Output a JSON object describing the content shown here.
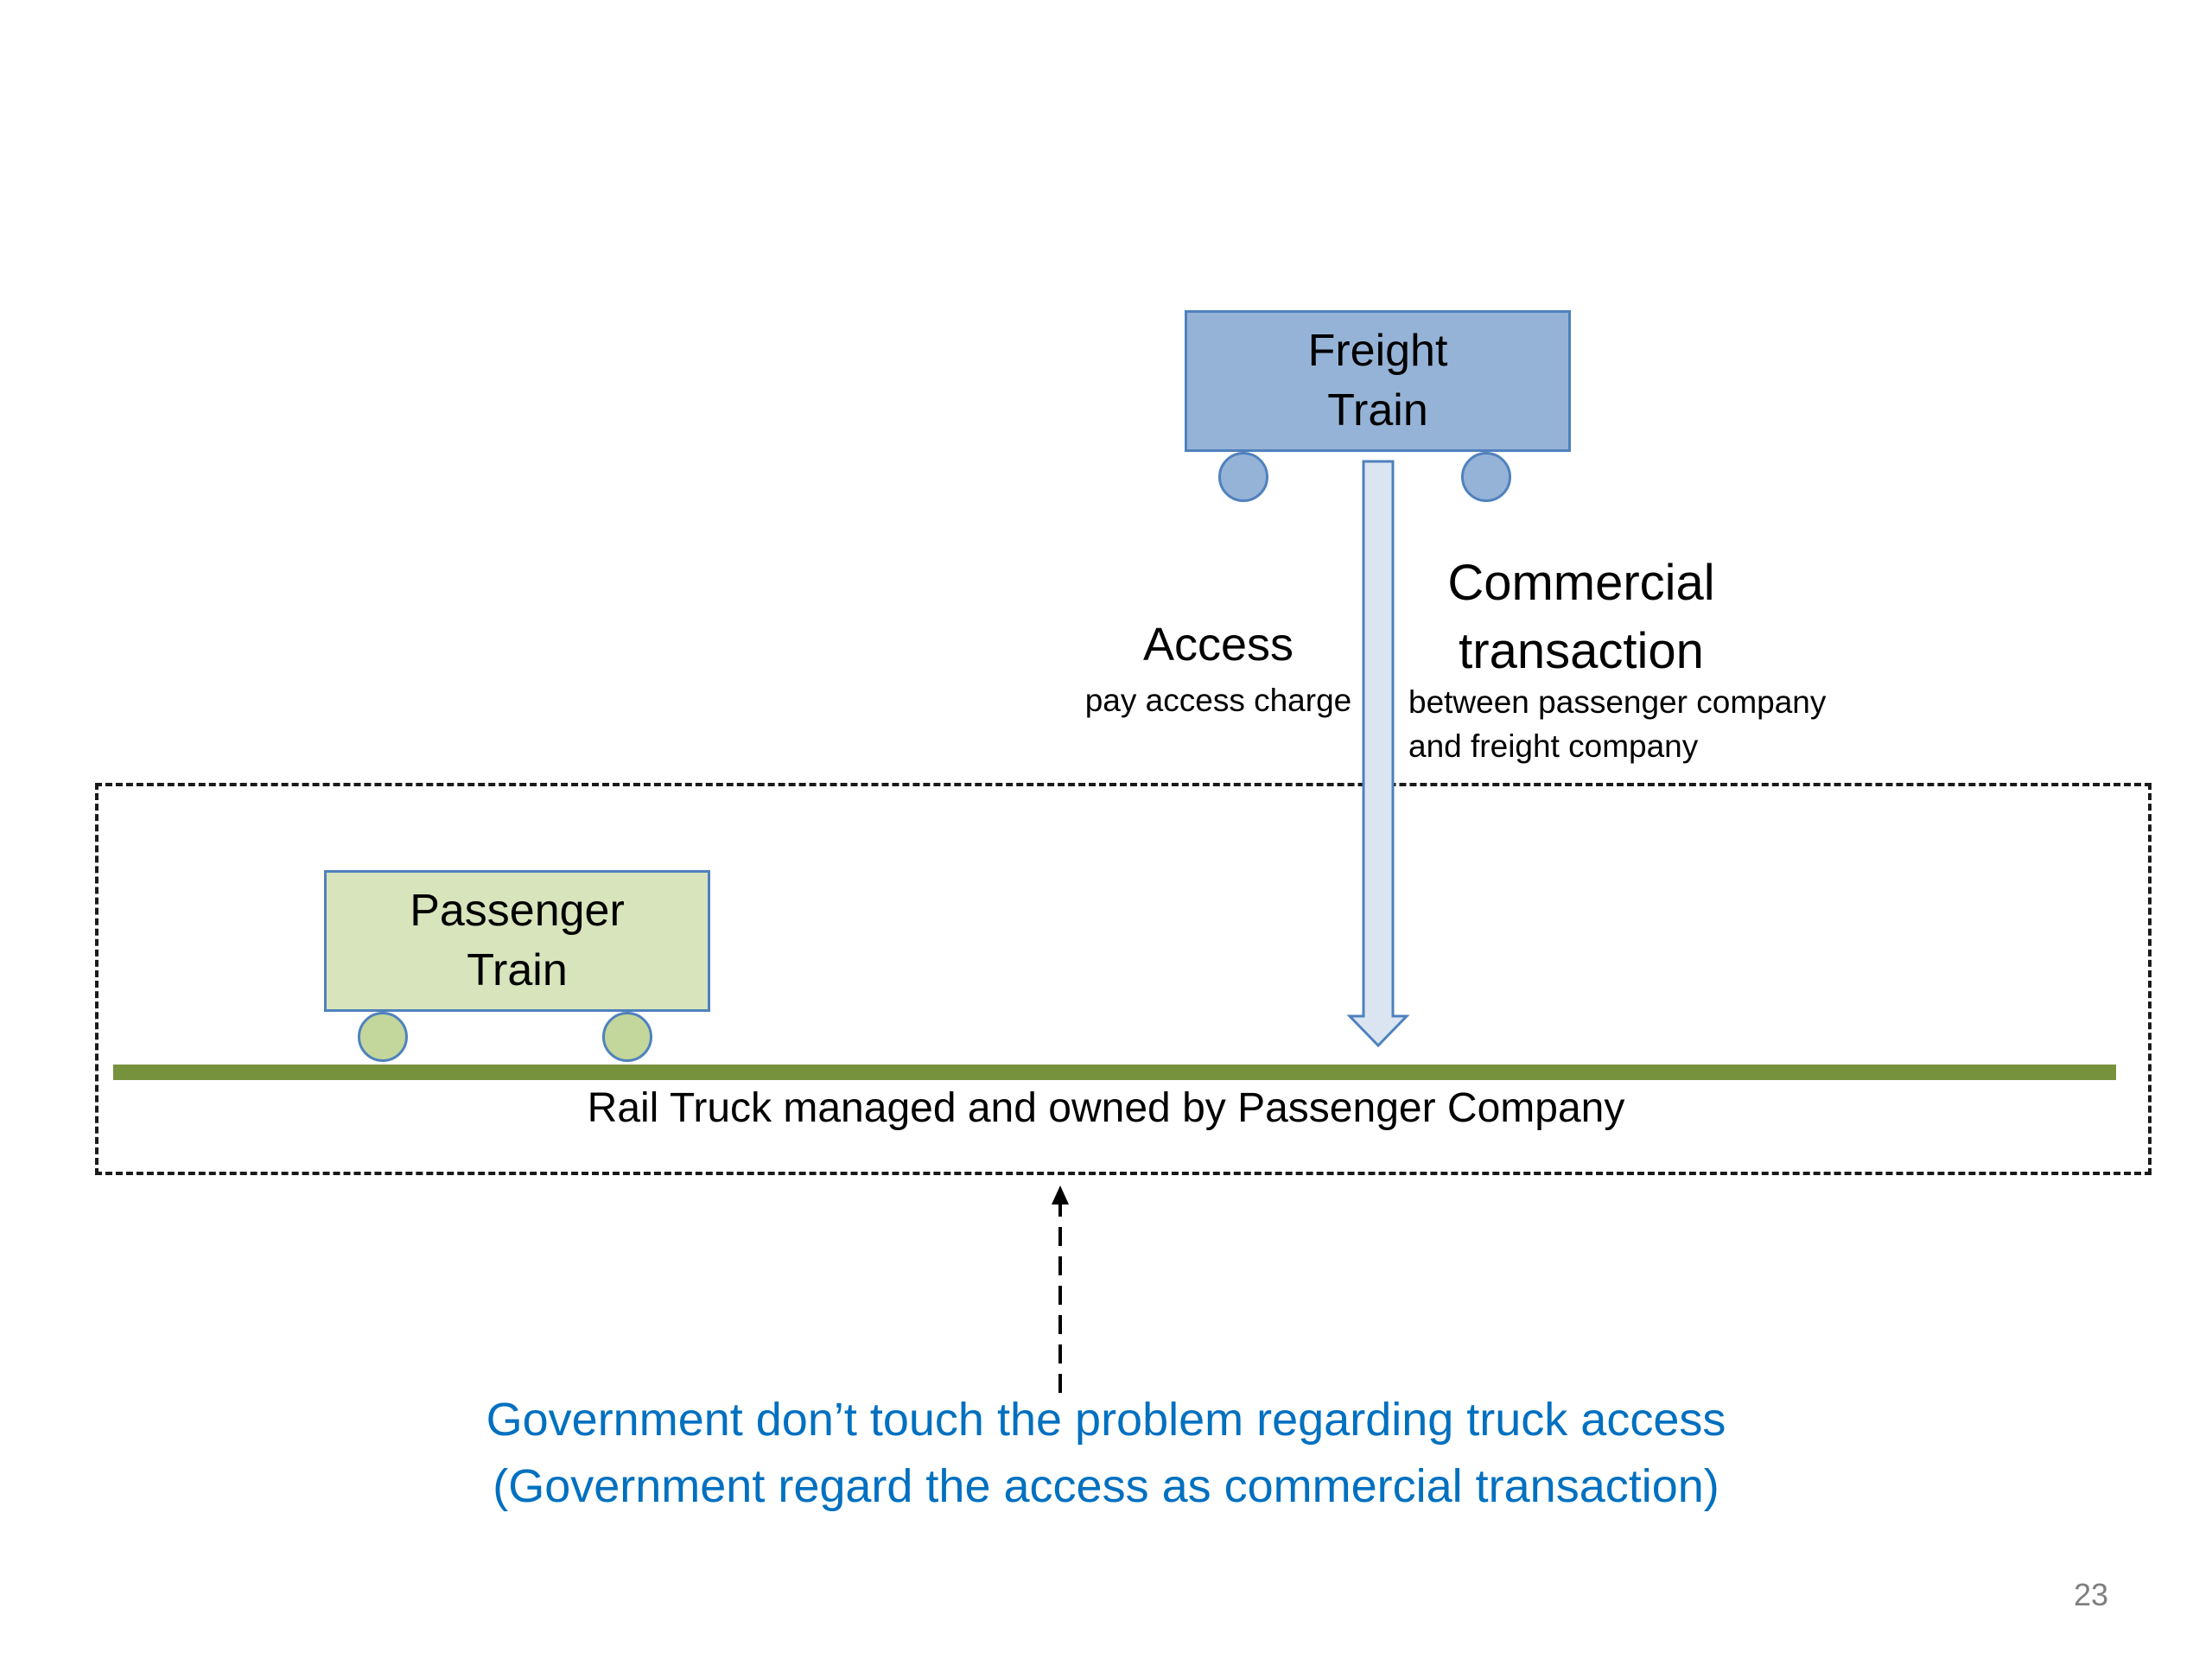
{
  "freight_train": {
    "label": "Freight\nTrain"
  },
  "passenger_train": {
    "label": "Passenger\nTrain"
  },
  "access": {
    "title": "Access",
    "subtitle": "pay access charge"
  },
  "commercial": {
    "title": "Commercial\ntransaction",
    "subtitle": "between passenger company\n and freight company"
  },
  "rail_label": "Rail Truck managed and owned by Passenger Company",
  "government_note": "Government don’t touch the problem regarding truck access\n(Government regard the access as commercial transaction)",
  "page_number": "23",
  "colors": {
    "freight_fill": "#95b3d7",
    "passenger_fill": "#d7e4bc",
    "outline": "#4f81bd",
    "rail": "#76923c",
    "note_text": "#0070c0"
  }
}
